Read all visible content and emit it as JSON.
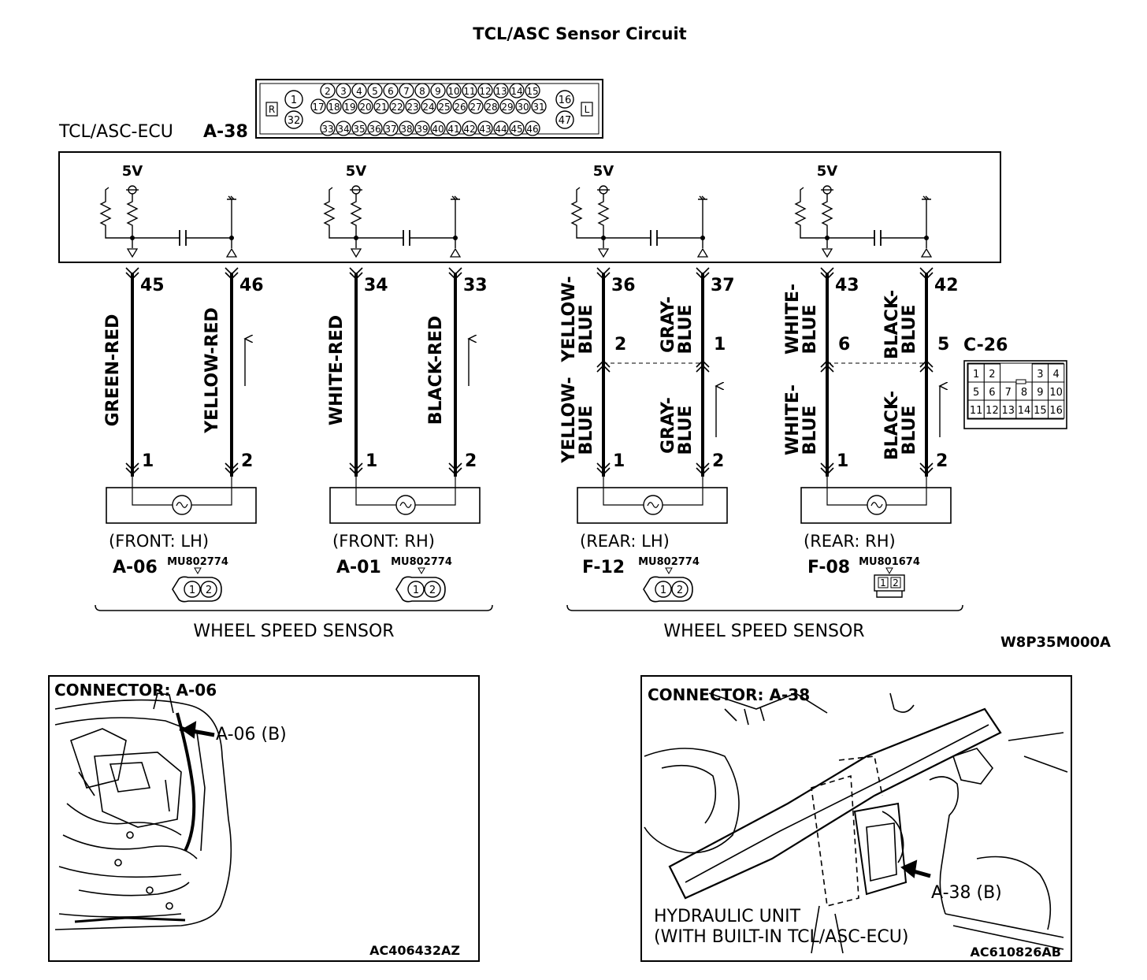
{
  "title": "TCL/ASC Sensor Circuit",
  "ecu": {
    "label": "TCL/ASC-ECU",
    "connector": "A-38",
    "supply": "5V",
    "pin_rows": {
      "top": [
        "2",
        "3",
        "4",
        "5",
        "6",
        "7",
        "8",
        "9",
        "10",
        "11",
        "12",
        "13",
        "14",
        "15"
      ],
      "middle": [
        "17",
        "18",
        "19",
        "20",
        "21",
        "22",
        "23",
        "24",
        "25",
        "26",
        "27",
        "28",
        "29",
        "30",
        "31"
      ],
      "bottom": [
        "33",
        "34",
        "35",
        "36",
        "37",
        "38",
        "39",
        "40",
        "41",
        "42",
        "43",
        "44",
        "45",
        "46"
      ],
      "left": [
        "1",
        "32"
      ],
      "right": [
        "16",
        "47"
      ]
    },
    "side_marks": [
      "R",
      "L"
    ]
  },
  "circuits": [
    {
      "pins": [
        "45",
        "46"
      ],
      "wire_colors": [
        "GREEN-RED",
        "YELLOW-RED"
      ],
      "sensor_pins": [
        "1",
        "2"
      ],
      "position": "(FRONT: LH)",
      "connector": "A-06",
      "part": "MU802774"
    },
    {
      "pins": [
        "34",
        "33"
      ],
      "wire_colors": [
        "WHITE-RED",
        "BLACK-RED"
      ],
      "sensor_pins": [
        "1",
        "2"
      ],
      "position": "(FRONT: RH)",
      "connector": "A-01",
      "part": "MU802774"
    },
    {
      "pins": [
        "36",
        "37"
      ],
      "upper_colors": [
        [
          "YELLOW-",
          "BLUE"
        ],
        [
          "GRAY-",
          "BLUE"
        ]
      ],
      "c26_pins": [
        "2",
        "1"
      ],
      "lower_colors": [
        [
          "YELLOW-",
          "BLUE"
        ],
        [
          "GRAY-",
          "BLUE"
        ]
      ],
      "sensor_pins": [
        "1",
        "2"
      ],
      "position": "(REAR: LH)",
      "connector": "F-12",
      "part": "MU802774"
    },
    {
      "pins": [
        "43",
        "42"
      ],
      "upper_colors": [
        [
          "WHITE-",
          "BLUE"
        ],
        [
          "BLACK-",
          "BLUE"
        ]
      ],
      "c26_pins": [
        "6",
        "5"
      ],
      "lower_colors": [
        [
          "WHITE-",
          "BLUE"
        ],
        [
          "BLACK-",
          "BLUE"
        ]
      ],
      "sensor_pins": [
        "1",
        "2"
      ],
      "position": "(REAR: RH)",
      "connector": "F-08",
      "part": "MU801674"
    }
  ],
  "c26": {
    "label": "C-26",
    "rows": [
      [
        "1",
        "2",
        "",
        "",
        "3",
        "4"
      ],
      [
        "5",
        "6",
        "7",
        "8",
        "9",
        "10"
      ],
      [
        "11",
        "12",
        "13",
        "14",
        "15",
        "16"
      ]
    ]
  },
  "group_labels": [
    "WHEEL SPEED SENSOR",
    "WHEEL SPEED SENSOR"
  ],
  "diagram_code": "W8P35M000A",
  "panels": [
    {
      "title": "CONNECTOR: A-06",
      "callout": "A-06 (B)",
      "code": "AC406432AZ"
    },
    {
      "title": "CONNECTOR: A-38",
      "callout": "A-38 (B)",
      "caption_lines": [
        "HYDRAULIC UNIT",
        "(WITH BUILT-IN TCL/ASC-ECU)"
      ],
      "code": "AC610826AB"
    }
  ]
}
